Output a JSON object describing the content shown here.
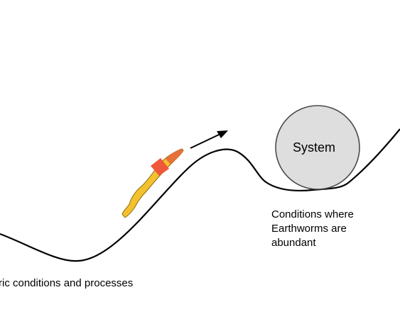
{
  "diagram": {
    "system_label": "System",
    "condition_caption": [
      "Conditions where",
      "Earthworms are",
      "abundant"
    ],
    "left_caption": "ric conditions and processes"
  },
  "colors": {
    "line": "#000000",
    "ball_fill": "#dedede",
    "worm_body": "#f3c12d",
    "worm_tail": "#e8703a",
    "worm_band": "#f0563a"
  }
}
